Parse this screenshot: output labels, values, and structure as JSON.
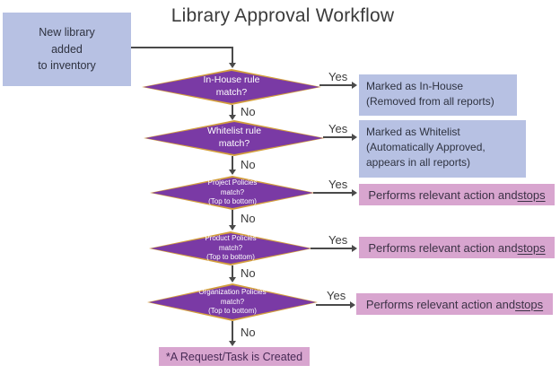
{
  "title": "Library Approval Workflow",
  "colors": {
    "purple_fill": "#7a3aa5",
    "gold_border": "#d39e3c",
    "blue_fill": "#b7c1e3",
    "pink_fill": "#d8a5cf",
    "line": "#4a4a4a",
    "title_ink": "#3b3b3b",
    "label_ink": "#3b3b3b",
    "blue_ink": "#2e3240",
    "action_ink": "#3c3246",
    "end_ink": "#472a55",
    "diamond_ink": "#ffffff"
  },
  "start_node": {
    "text": "New library\nadded\nto inventory"
  },
  "decisions": [
    {
      "id": "in-house-rule",
      "label": "In-House rule\nmatch?",
      "yes_label": "Yes",
      "no_label": "No"
    },
    {
      "id": "whitelist-rule",
      "label": "Whitelist rule\nmatch?",
      "yes_label": "Yes",
      "no_label": "No"
    },
    {
      "id": "project-policies",
      "label": "Project Policies\nmatch?\n(Top to bottom)",
      "yes_label": "Yes",
      "no_label": "No"
    },
    {
      "id": "product-policies",
      "label": "Product Policies\nmatch?\n(Top to bottom)",
      "yes_label": "Yes",
      "no_label": "No"
    },
    {
      "id": "organization-policies",
      "label": "Organization Policies\nmatch?\n(Top to bottom)",
      "yes_label": "Yes",
      "no_label": "No"
    }
  ],
  "outcomes": [
    {
      "type": "info",
      "text": "Marked as In-House\n(Removed from all reports)"
    },
    {
      "type": "info",
      "text": "Marked as Whitelist\n(Automatically Approved,\nappears in all reports)"
    },
    {
      "type": "action",
      "text_main": "Performs relevant action and ",
      "text_emphasis": "stops"
    },
    {
      "type": "action",
      "text_main": "Performs relevant action and ",
      "text_emphasis": "stops"
    },
    {
      "type": "action",
      "text_main": "Performs relevant action and ",
      "text_emphasis": "stops"
    }
  ],
  "end_node": {
    "text": "*A Request/Task is Created"
  }
}
